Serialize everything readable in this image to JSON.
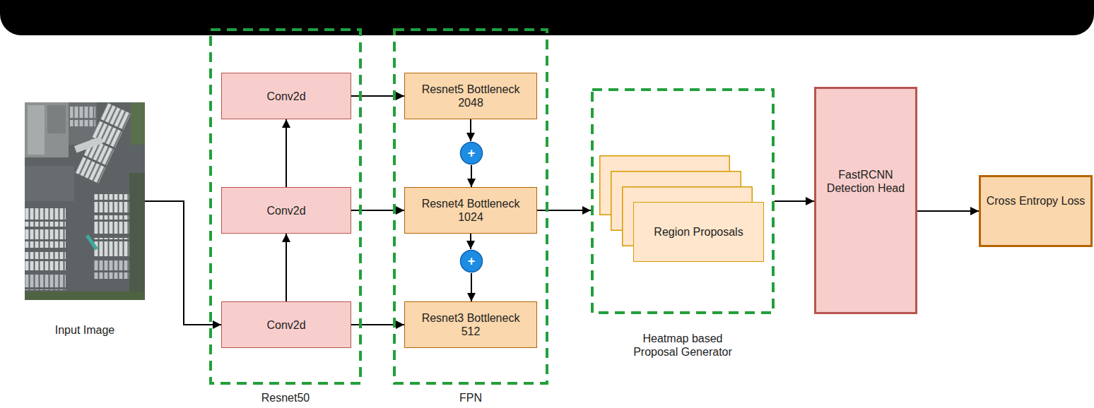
{
  "diagram": {
    "nodes": [
      {
        "text": [
          "Input Image"
        ]
      },
      {
        "text": [
          "Resnet50"
        ]
      },
      {
        "text": [
          "Conv2d"
        ],
        "in": 1
      },
      {
        "text": [
          "Conv2d"
        ],
        "in": 1
      },
      {
        "text": [
          "Conv2d"
        ],
        "in": 1
      },
      {
        "text": [
          "FPN"
        ]
      },
      {
        "text": [
          "Resnet5 Bottleneck 2048"
        ],
        "in": 5
      },
      {
        "text": [
          "+"
        ],
        "in": 5
      },
      {
        "text": [
          "Resnet4 Bottleneck 1024"
        ],
        "in": 5
      },
      {
        "text": [
          "+"
        ],
        "in": 5
      },
      {
        "text": [
          "Resnet3 Bottleneck 512"
        ],
        "in": 5
      },
      {
        "text": [
          "Heatmap based Proposal Generator"
        ]
      },
      {
        "text": [
          "Region Proposals"
        ],
        "in": 11
      },
      {
        "text": [
          "FastRCNN Detection Head"
        ]
      },
      {
        "text": [
          "Cross Entropy Loss"
        ]
      }
    ],
    "edges": [
      {
        "from": 0,
        "to": 4,
        "arrow": "to"
      },
      {
        "from": 4,
        "to": 3,
        "arrow": "to"
      },
      {
        "from": 3,
        "to": 2,
        "arrow": "to"
      },
      {
        "from": 2,
        "to": 6,
        "arrow": "to"
      },
      {
        "from": 3,
        "to": 8,
        "arrow": "to"
      },
      {
        "from": 4,
        "to": 10,
        "arrow": "to"
      },
      {
        "from": 6,
        "to": 7,
        "arrow": "to"
      },
      {
        "from": 7,
        "to": 8,
        "arrow": "to"
      },
      {
        "from": 8,
        "to": 9,
        "arrow": "to"
      },
      {
        "from": 9,
        "to": 10,
        "arrow": "to"
      },
      {
        "from": 8,
        "to": 11,
        "arrow": "to"
      },
      {
        "from": 11,
        "to": 13,
        "arrow": "to"
      },
      {
        "from": 13,
        "to": 14,
        "arrow": "to"
      }
    ]
  }
}
